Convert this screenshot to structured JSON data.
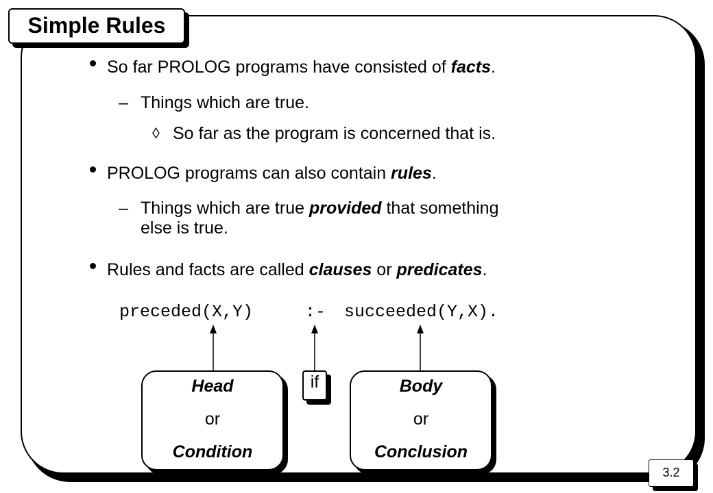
{
  "slide": {
    "title": "Simple Rules",
    "page_number": "3.2"
  },
  "bullets": [
    {
      "pre": "So far PROLOG programs have consisted of ",
      "em": "facts",
      "post": "."
    },
    {
      "text": "Things which are true.",
      "marker": "–"
    },
    {
      "text": "So far as the program is concerned that is.",
      "marker": "◊"
    },
    {
      "pre": "PROLOG programs can also contain ",
      "em": "rules",
      "post": "."
    },
    {
      "pre": "Things which are true ",
      "em": "provided",
      "post": " that something",
      "line2": "else is true.",
      "marker": "–"
    },
    {
      "pre": "Rules and facts are called ",
      "em": "clauses",
      "mid": " or ",
      "em2": "predicates",
      "post": "."
    }
  ],
  "code": {
    "head": "preceded(X,Y)",
    "op": ":-",
    "body": "succeeded(Y,X)."
  },
  "labels": {
    "head_box": {
      "line1": "Head",
      "line2": "or",
      "line3": "Condition"
    },
    "if_box": "if",
    "body_box": {
      "line1": "Body",
      "line2": "or",
      "line3": "Conclusion"
    }
  }
}
